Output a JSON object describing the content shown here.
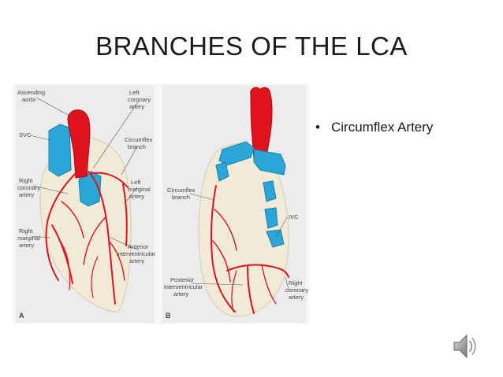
{
  "slide": {
    "title": "BRANCHES OF THE LCA",
    "bullets": [
      "Circumflex Artery"
    ]
  },
  "figure": {
    "panel_a": {
      "tag": "A",
      "labels": {
        "ascending_aorta_1": "Ascending",
        "ascending_aorta_2": "aorta",
        "svc": "SVC",
        "right_coronary_1": "Right",
        "right_coronary_2": "coronary",
        "right_coronary_3": "artery",
        "right_marginal_1": "Right",
        "right_marginal_2": "marginal",
        "right_marginal_3": "artery",
        "left_coronary_1": "Left",
        "left_coronary_2": "coronary",
        "left_coronary_3": "artery",
        "circumflex_1": "Circumflex",
        "circumflex_2": "branch",
        "left_marginal_1": "Left",
        "left_marginal_2": "marginal",
        "left_marginal_3": "artery",
        "anterior_iv_1": "Anterior",
        "anterior_iv_2": "interventricular",
        "anterior_iv_3": "artery"
      }
    },
    "panel_b": {
      "tag": "B",
      "labels": {
        "circumflex_1": "Circumflex",
        "circumflex_2": "branch",
        "ivc": "IVC",
        "posterior_iv_1": "Posterior",
        "posterior_iv_2": "interventricular",
        "posterior_iv_3": "artery",
        "right_coronary_1": "Right",
        "right_coronary_2": "coronary",
        "right_coronary_3": "artery"
      }
    },
    "colors": {
      "artery": "#e0121e",
      "vein": "#2aa6d8",
      "heart": "#f1ead6",
      "panel_bg": "#e9e9e9"
    }
  },
  "audio": {
    "icon": "speaker-icon"
  }
}
